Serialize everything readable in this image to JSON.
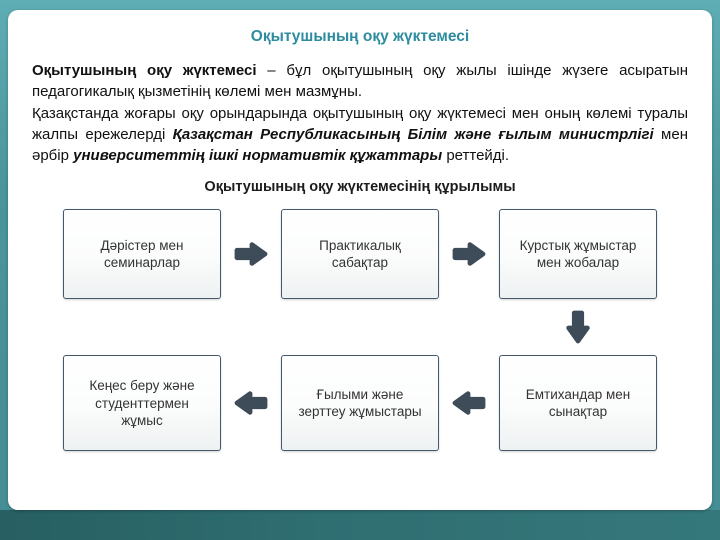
{
  "slide": {
    "title": "Оқытушының оқу жүктемесі",
    "paragraph1": {
      "bold": "Оқытушының оқу жүктемесі",
      "text": " – бұл оқытушының оқу жылы ішінде жүзеге асыратын педагогикалық қызметінің көлемі мен мазмұны."
    },
    "paragraph2": {
      "part1": "Қазақстанда жоғары оқу орындарында оқытушының оқу жүктемесі мен оның көлемі туралы жалпы ережелерді ",
      "emphasis1": "Қазақстан Республикасының Білім және ғылым министрлігі",
      "part2": " мен әрбір ",
      "emphasis2": "университеттің ішкі нормативтік құжаттары",
      "part3": " реттейді."
    },
    "diagram": {
      "heading": "Оқытушының оқу жүктемесінің құрылымы",
      "boxes": [
        {
          "label": "Дәрістер мен семинарлар"
        },
        {
          "label": "Практикалық сабақтар"
        },
        {
          "label": "Курстық жұмыстар мен жобалар"
        },
        {
          "label": "Кеңес беру және студенттермен жұмыс"
        },
        {
          "label": "Ғылыми және зерттеу жұмыстары"
        },
        {
          "label": "Емтихандар мен сынақтар"
        }
      ],
      "arrows": [
        "right",
        "right",
        "down",
        "left",
        "left"
      ]
    },
    "colors": {
      "frame_teal": "#4b959c",
      "frame_bottom_band": "#2f6e71",
      "title_text": "#2e8ca0",
      "arrow_fill": "#3e4b58",
      "box_border": "#44596c"
    }
  }
}
